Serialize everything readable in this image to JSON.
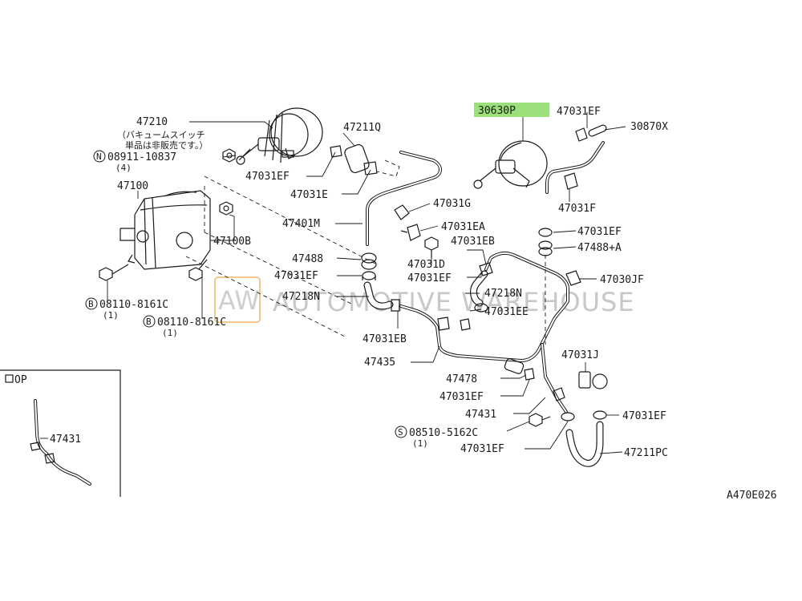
{
  "watermark": {
    "logo": "AW",
    "text": "AUTOMOTIVE WAREHOUSE"
  },
  "highlight_color": "#9be07a",
  "figure_code": "A470E026",
  "option_box_label": "OP",
  "labels": {
    "p47210": "47210",
    "p47210_note1": "（バキュームスイッチ",
    "p47210_note2": "単品は非販売です。）",
    "p08911": "08911-10837",
    "p08911_qty": "(4)",
    "p47211Q": "47211Q",
    "p47031EF_a": "47031EF",
    "p47031E": "47031E",
    "p47100": "47100",
    "p47100B": "47100B",
    "p47401M": "47401M",
    "p47031G": "47031G",
    "p47031EA": "47031EA",
    "p47031D": "47031D",
    "p47488": "47488",
    "p47031EF_b": "47031EF",
    "p47218N_a": "47218N",
    "p08110_a": "08110-8161C",
    "p08110_a_qty": "(1)",
    "p08110_b": "08110-8161C",
    "p08110_b_qty": "(1)",
    "p30630P": "30630P",
    "p47031EF_c": "47031EF",
    "p30870X": "30870X",
    "p47031F": "47031F",
    "p47031EF_d": "47031EF",
    "p47488A": "47488+A",
    "p47031EB_a": "47031EB",
    "p47031EF_e": "47031EF",
    "p47218N_b": "47218N",
    "p47031EE": "47031EE",
    "p47030JF": "47030JF",
    "p47031EB_b": "47031EB",
    "p47435": "47435",
    "p47031J": "47031J",
    "p47478": "47478",
    "p47031EF_f": "47031EF",
    "p47431_a": "47431",
    "p47031EF_g": "47031EF",
    "p08510": "08510-5162C",
    "p08510_qty": "(1)",
    "p47031EF_h": "47031EF",
    "p47211PC": "47211PC",
    "p47431_b": "47431"
  },
  "circle_marks": {
    "N": "N",
    "B": "B",
    "S": "S"
  }
}
